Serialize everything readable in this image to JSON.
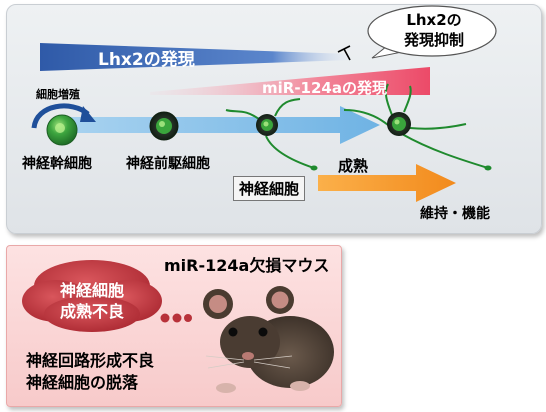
{
  "top_panel": {
    "lhx2_bar_label": "Lhx2の発現",
    "mir_bar_label": "miR-124aの発現",
    "callout": {
      "line1": "Lhx2の",
      "line2": "発現抑制"
    },
    "proliferation_label": "細胞増殖",
    "stages": {
      "stem_cell": "神経幹細胞",
      "progenitor": "神経前駆細胞",
      "neuron": "神経細胞",
      "maturation": "成熟",
      "maintenance": "維持・機能"
    },
    "colors": {
      "lhx2_bar": "#3a63b0",
      "mir_bar": "#ef5b76",
      "cell_green": "#2f9a3a",
      "neurite_green": "#1f8a2e",
      "progression_arrow": "#8fc4ea",
      "maturation_arrow": "#f79a2b"
    }
  },
  "bottom_panel": {
    "title": "miR-124a欠損マウス",
    "thought_bubble": {
      "line1": "神経細胞",
      "line2": "成熟不良"
    },
    "phenotypes": [
      "神経回路形成不良",
      "神経細胞の脱落"
    ],
    "image": "mouse-photo",
    "colors": {
      "cloud": "#c7424a"
    }
  }
}
